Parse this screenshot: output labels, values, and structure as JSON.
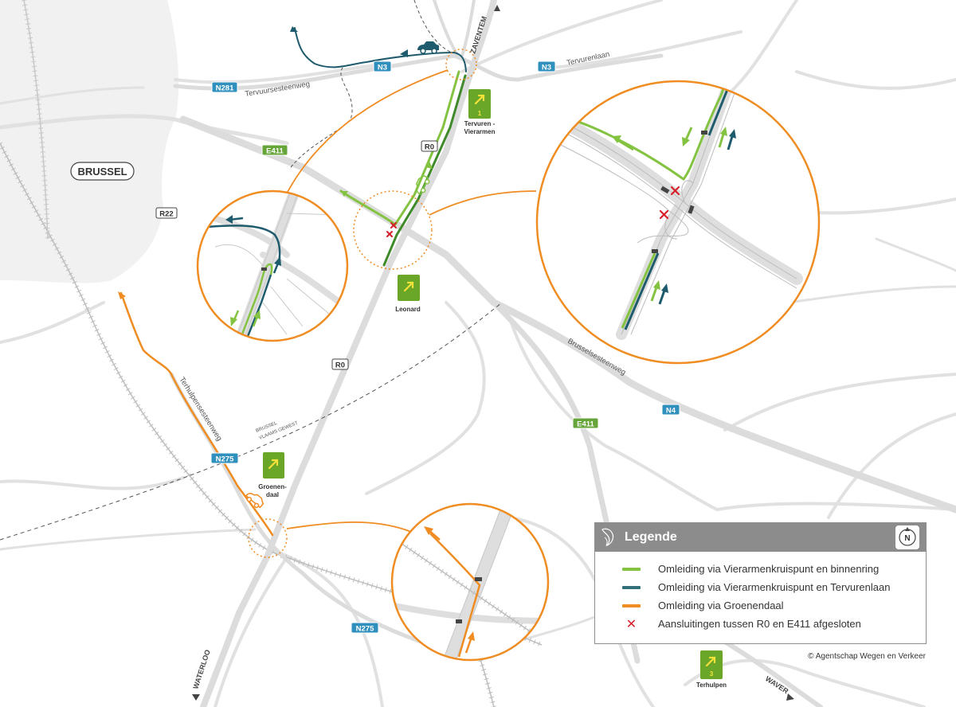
{
  "city": {
    "name": "BRUSSEL"
  },
  "road_shields": {
    "n3_left": "N3",
    "n3_right": "N3",
    "n281": "N281",
    "e411_top": "E411",
    "r22": "R22",
    "r0_top": "R0",
    "r0_mid": "R0",
    "e411_bottom": "E411",
    "n4": "N4",
    "n275_left": "N275",
    "n275_bottom": "N275"
  },
  "street_labels": {
    "tervuursesteenweg": "Tervuursesteenweg",
    "tervurenlaan": "Tervurenlaan",
    "brusselsesteenweg": "Brusselsesteenweg",
    "terhulpensesteenweg": "Terhulpensesteenweg",
    "zaventem": "ZAVENTEM",
    "waterloo": "WATERLOO",
    "waver": "WAVER",
    "region_brussel": "BRUSSEL",
    "region_vlaams": "VLAAMS GEWEST"
  },
  "exits": {
    "tervuren": {
      "number": "1",
      "label_lines": [
        "Tervuren -",
        "Vierarmen"
      ]
    },
    "leonard": {
      "number": "",
      "label_lines": [
        "Leonard"
      ]
    },
    "groenendaal": {
      "number": "",
      "label_lines": [
        "Groenen-",
        "daal"
      ]
    },
    "terhulpen": {
      "number": "3",
      "label_lines": [
        "Terhulpen"
      ]
    }
  },
  "legend": {
    "title": "Legende",
    "north": "N",
    "items": [
      {
        "kind": "line",
        "color": "#84c341",
        "label": "Omleiding via Vierarmenkruispunt en binnenring"
      },
      {
        "kind": "line",
        "color": "#336e7b",
        "label": "Omleiding via Vierarmenkruispunt en Tervurenlaan"
      },
      {
        "kind": "line",
        "color": "#ef8c22",
        "label": "Omleiding via Groenendaal"
      },
      {
        "kind": "cross",
        "color": "#d71f2a",
        "label": "Aansluitingen tussen R0 en E411 afgesloten"
      }
    ]
  },
  "copyright": "© Agentschap Wegen en Verkeer",
  "colors": {
    "route_light_green": "#84c341",
    "route_dark_green": "#3f8a2a",
    "route_teal": "#1e5b6c",
    "route_orange": "#ef8c22",
    "closure": "#d71f2a",
    "sign_green": "#6aa628",
    "shield_blue": "#2f8fbd",
    "shield_green": "#66a539",
    "city_area": "#f1f1f1",
    "road": "#dcdcdc"
  }
}
